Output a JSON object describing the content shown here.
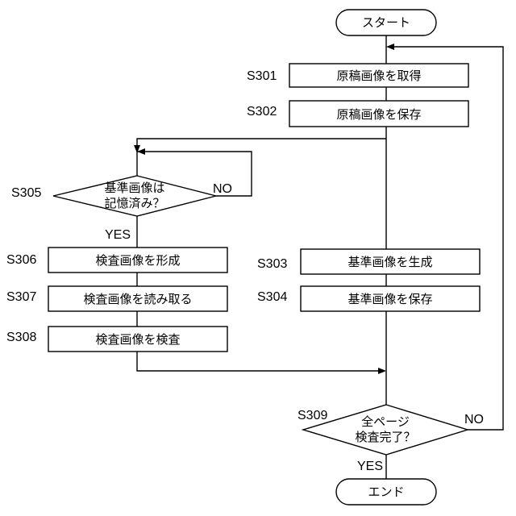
{
  "terminals": {
    "start": "スタート",
    "end": "エンド"
  },
  "steps": {
    "s301": {
      "id": "S301",
      "label": "原稿画像を取得"
    },
    "s302": {
      "id": "S302",
      "label": "原稿画像を保存"
    },
    "s303": {
      "id": "S303",
      "label": "基準画像を生成"
    },
    "s304": {
      "id": "S304",
      "label": "基準画像を保存"
    },
    "s306": {
      "id": "S306",
      "label": "検査画像を形成"
    },
    "s307": {
      "id": "S307",
      "label": "検査画像を読み取る"
    },
    "s308": {
      "id": "S308",
      "label": "検査画像を検査"
    }
  },
  "decisions": {
    "s305": {
      "id": "S305",
      "line1": "基準画像は",
      "line2": "記憶済み？",
      "yes": "YES",
      "no": "NO"
    },
    "s309": {
      "id": "S309",
      "line1": "全ページ",
      "line2": "検査完了？",
      "yes": "YES",
      "no": "NO"
    }
  }
}
